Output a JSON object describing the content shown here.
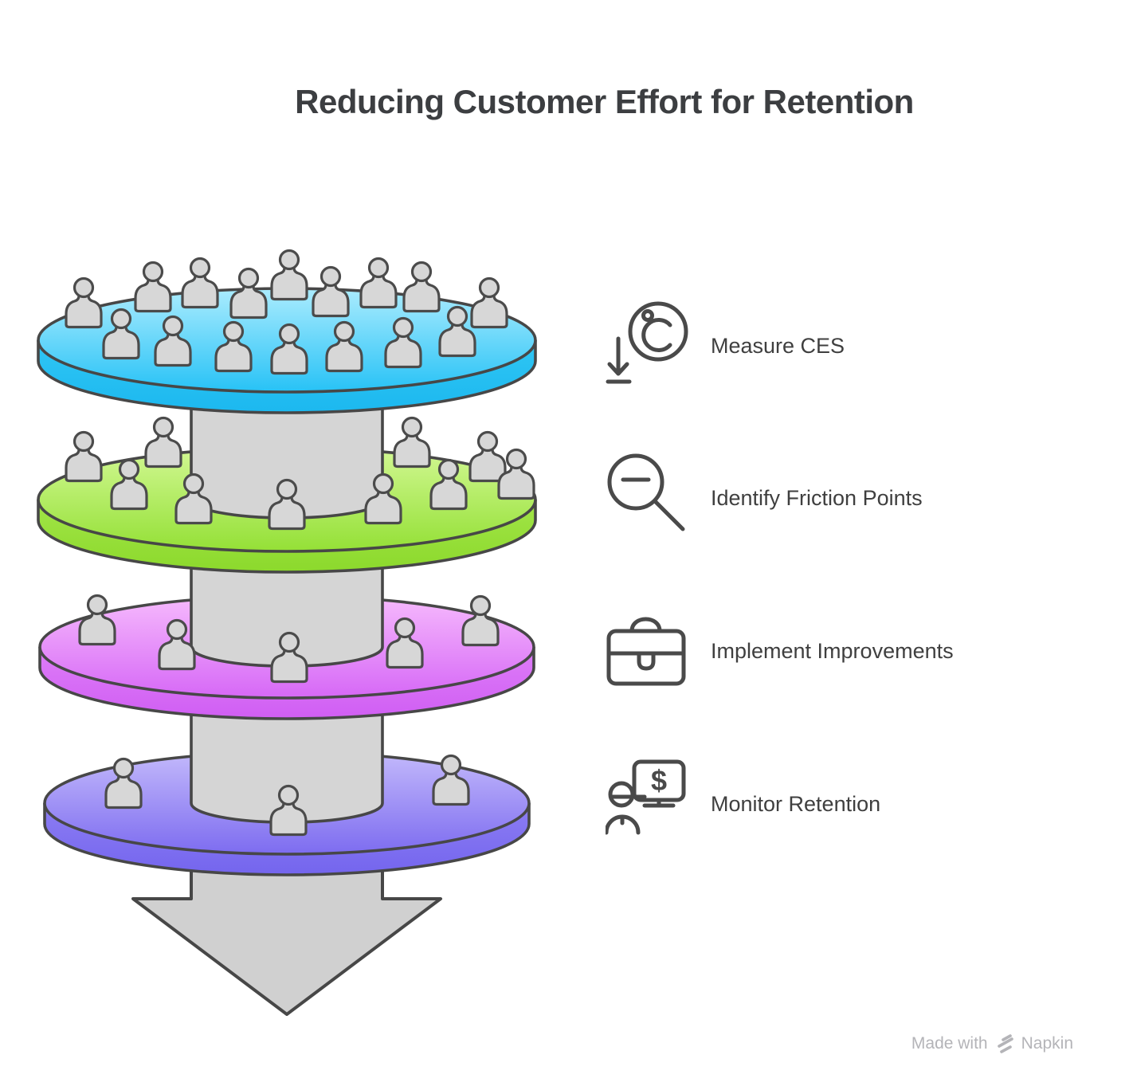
{
  "title": "Reducing Customer Effort for Retention",
  "steps": [
    {
      "label": "Measure CES",
      "icon": "temperature-decrease-icon"
    },
    {
      "label": "Identify Friction Points",
      "icon": "magnifier-minus-icon"
    },
    {
      "label": "Implement Improvements",
      "icon": "briefcase-icon"
    },
    {
      "label": "Monitor Retention",
      "icon": "monitor-dollar-person-icon"
    }
  ],
  "funnel": {
    "layers": [
      {
        "name": "layer-1",
        "people_count": 16,
        "color_top": "#abecfe",
        "color": "#27c2f6"
      },
      {
        "name": "layer-2",
        "people_count": 10,
        "color_top": "#d2f893",
        "color": "#94e036"
      },
      {
        "name": "layer-3",
        "people_count": 5,
        "color_top": "#f6bafd",
        "color": "#d668f6"
      },
      {
        "name": "layer-4",
        "people_count": 3,
        "color_top": "#c3b9fb",
        "color": "#7d6cf0"
      }
    ],
    "column_color": "#d5d5d5",
    "outline_color": "#474747",
    "people_color": "#d7d7d7"
  },
  "icons": {
    "dollar_sign": "$"
  },
  "footer": {
    "made_with": "Made with",
    "brand": "Napkin"
  }
}
